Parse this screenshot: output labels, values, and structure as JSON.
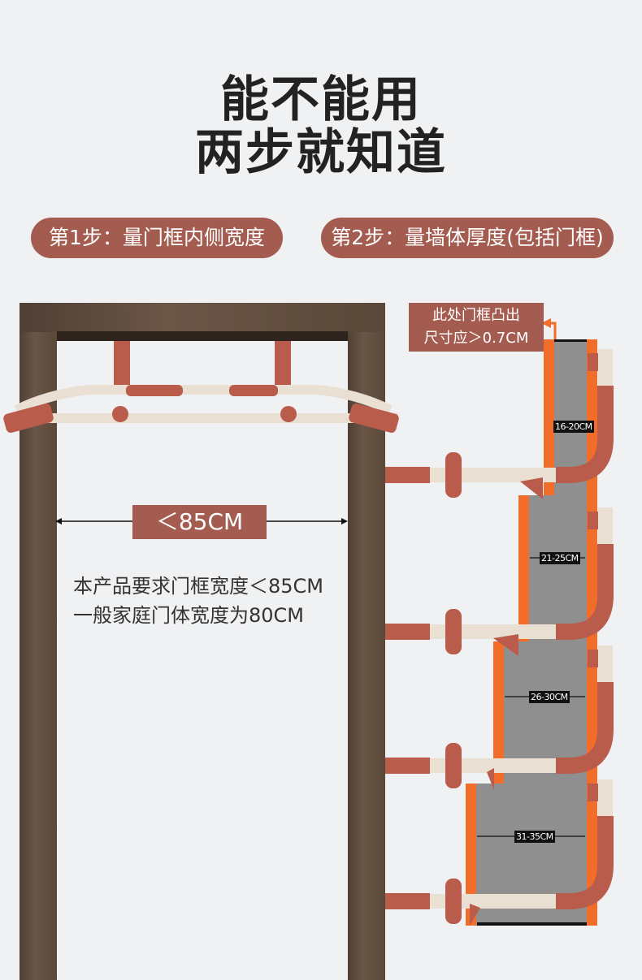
{
  "title": {
    "line1": "能不能用",
    "line2": "两步就知道"
  },
  "steps": [
    {
      "label": "第1步：量门框内侧宽度"
    },
    {
      "label": "第2步：量墙体厚度(包括门框)"
    }
  ],
  "door": {
    "width_label": "＜85CM",
    "caption1": "本产品要求门框宽度＜85CM",
    "caption2": "一般家庭门体宽度为80CM"
  },
  "note": {
    "line1": "此处门框凸出",
    "line2": "尺寸应＞0.7CM"
  },
  "wall_ranges": [
    "16-20CM",
    "21-25CM",
    "26-30CM",
    "31-35CM"
  ],
  "colors": {
    "accent": "#a35c4f",
    "orange": "#f26d2a",
    "wall": "#8f8f8f",
    "bar_red": "#b95c4c",
    "bar_cream": "#eadfd3"
  }
}
